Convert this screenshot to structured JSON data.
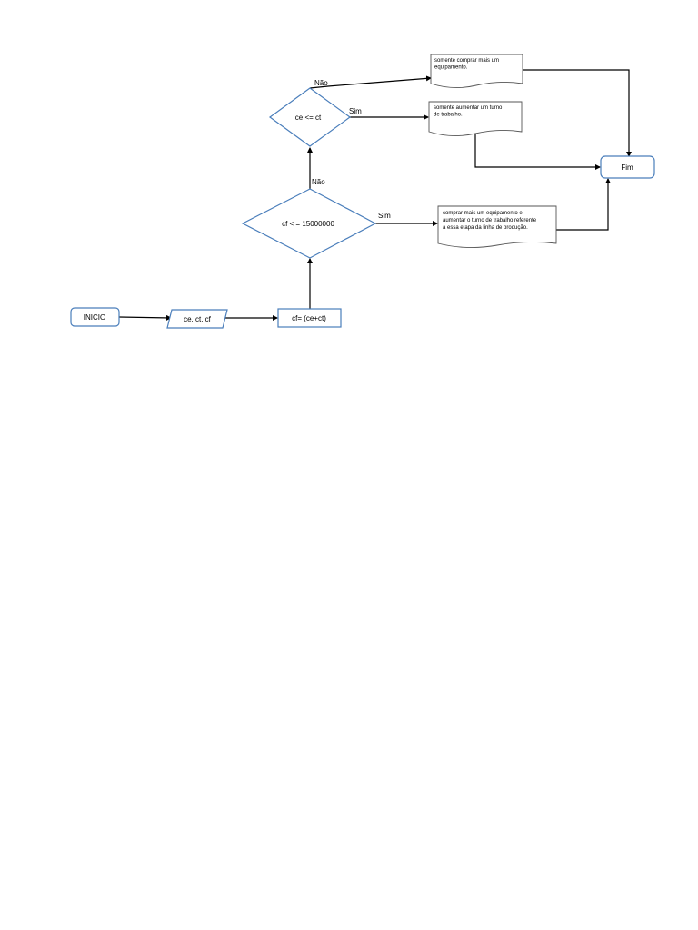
{
  "nodes": {
    "inicio": "INICIO",
    "input": "ce, ct, cf",
    "process": "cf= (ce+ct)",
    "decision1": "cf < = 15000000",
    "decision2": "ce <= ct",
    "fim": "Fim"
  },
  "edges": {
    "d1_sim": "Sim",
    "d1_nao": "Não",
    "d2_sim": "Sim",
    "d2_nao": "Não"
  },
  "documents": {
    "comprar_equip": [
      "somente comprar mais um",
      "equipamento."
    ],
    "aumentar_turno": [
      "somente aumentar um turno",
      "de trabalho."
    ],
    "ambos": [
      "comprar mais um equipamento e",
      "aumentar o turno de trabalho referente",
      "a essa etapa da linha de produção."
    ]
  },
  "colors": {
    "shape_stroke": "#4a7ebb",
    "document_stroke": "#555555",
    "arrow": "#000000",
    "background": "#ffffff"
  }
}
